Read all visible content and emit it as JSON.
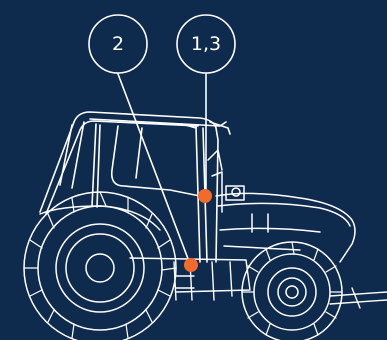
{
  "callouts": [
    {
      "id": "callout-2",
      "label": "2"
    },
    {
      "id": "callout-1-3",
      "label": "1,3"
    }
  ],
  "colors": {
    "background": "#0e2a4d",
    "line": "#ffffff",
    "marker": "#f26b2a"
  }
}
